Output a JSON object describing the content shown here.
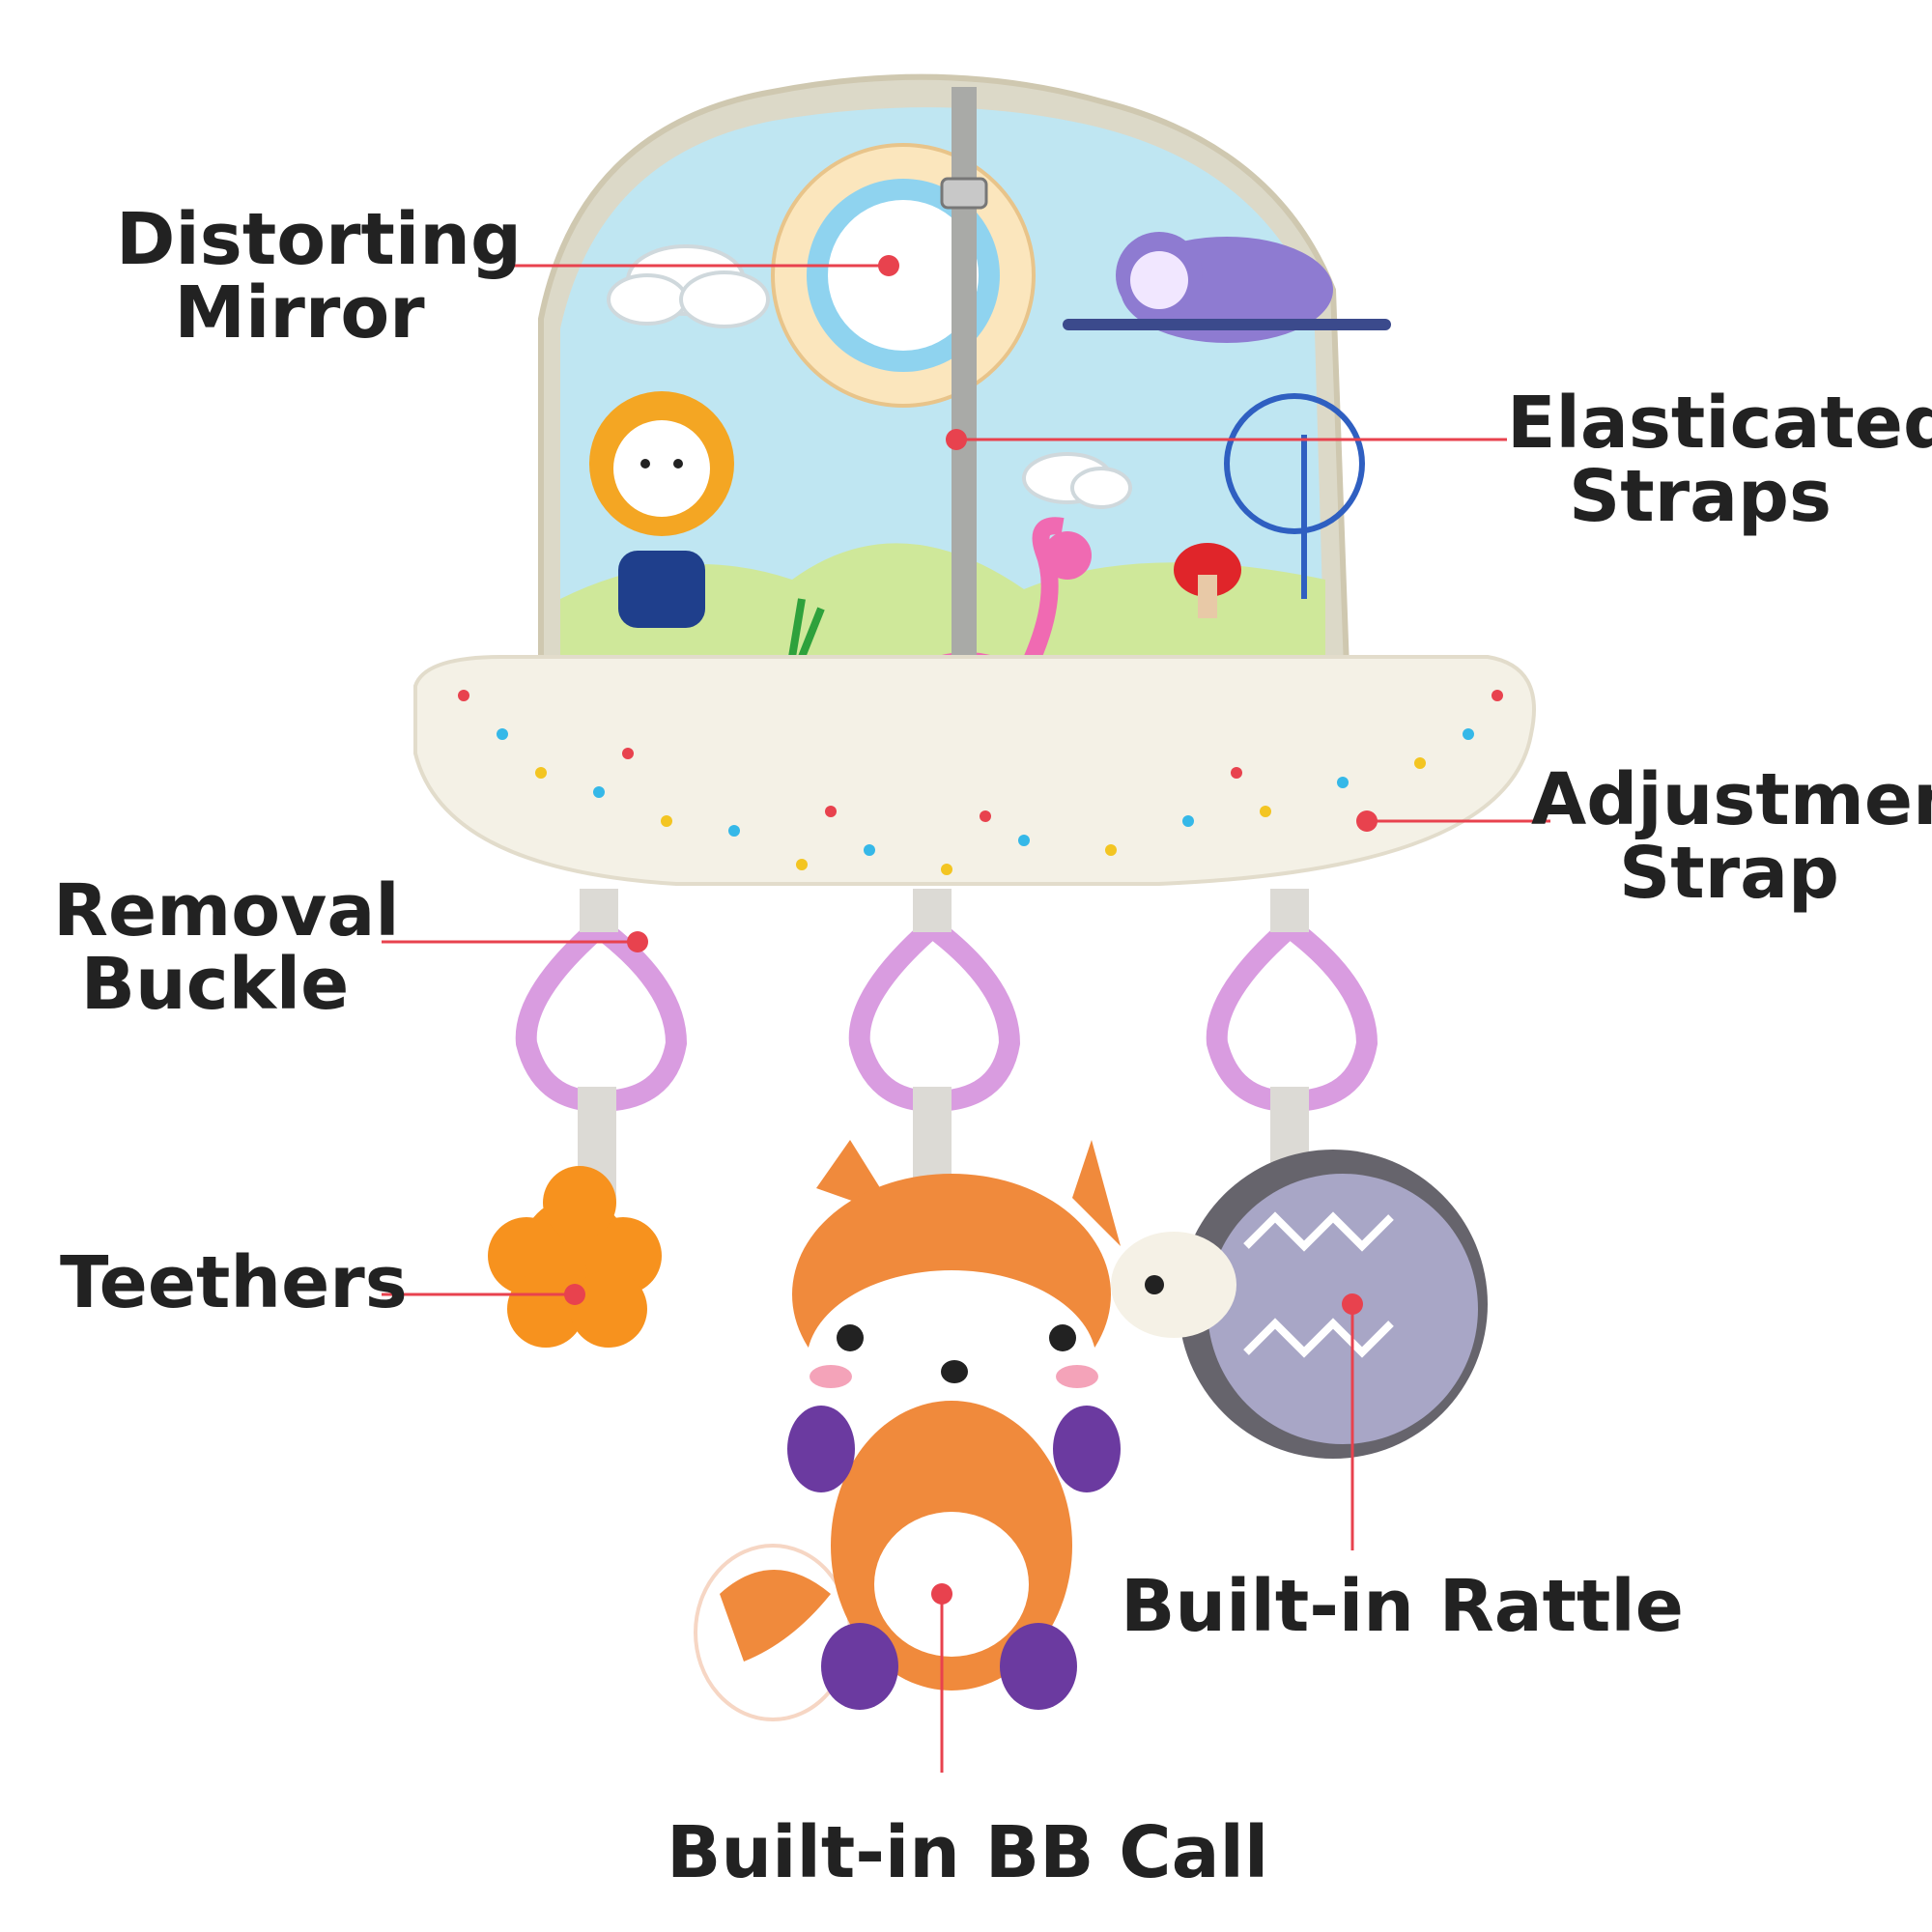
{
  "labels": {
    "distorting_mirror": [
      "Distorting",
      "Mirror"
    ],
    "elasticated_straps": [
      "Elasticated",
      "Straps"
    ],
    "adjustment_strap": [
      "Adjustment",
      "Strap"
    ],
    "removal_buckle": [
      "Removal",
      "Buckle"
    ],
    "teethers": "Teethers",
    "built_in_rattle": "Built-in Rattle",
    "built_in_bb_call": "Built-in BB Call"
  },
  "colors": {
    "callout": "#e8424e",
    "text": "#222222",
    "panel_sky": "#bfe6f2",
    "panel_grass": "#cfe89a",
    "arch": "#f4f1e6",
    "ring": "#d99ce0",
    "fox": "#f08a3c",
    "hedgehog": "#a8a6c6",
    "teether": "#f7921e"
  }
}
